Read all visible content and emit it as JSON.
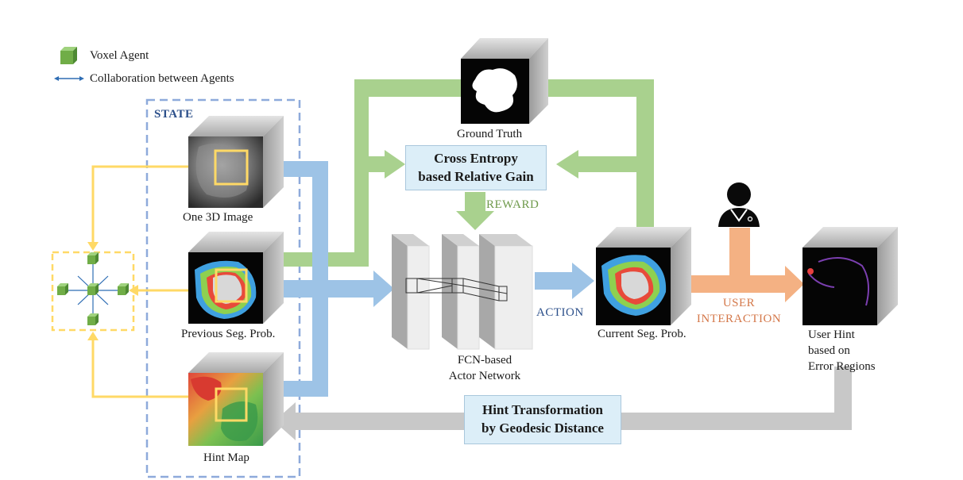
{
  "legend": {
    "voxel_agent": "Voxel Agent",
    "collaboration": "Collaboration between Agents"
  },
  "state": {
    "title": "STATE"
  },
  "images": {
    "one_3d_image": "One 3D Image",
    "previous_seg": "Previous Seg. Prob.",
    "hint_map": "Hint Map",
    "ground_truth": "Ground Truth",
    "current_seg": "Current Seg. Prob.",
    "user_hint": [
      "User Hint",
      "based on",
      "Error Regions"
    ]
  },
  "boxes": {
    "cross_entropy": [
      "Cross Entropy",
      "based Relative Gain"
    ],
    "hint_transform": [
      "Hint Transformation",
      "by Geodesic Distance"
    ]
  },
  "network": [
    "FCN-based",
    "Actor Network"
  ],
  "flow_labels": {
    "reward": "REWARD",
    "action": "ACTION",
    "user_interaction": [
      "USER",
      "INTERACTION"
    ]
  },
  "colors": {
    "green_arrow": "#a9d18e",
    "blue_arrow": "#9dc3e6",
    "yellow_arrow": "#ffd966",
    "orange_arrow": "#f4b183",
    "gray_arrow": "#c8c8c8",
    "state_border": "#8eaadb",
    "box_fill": "#dceef8",
    "voxel_green": "#70ad47"
  }
}
